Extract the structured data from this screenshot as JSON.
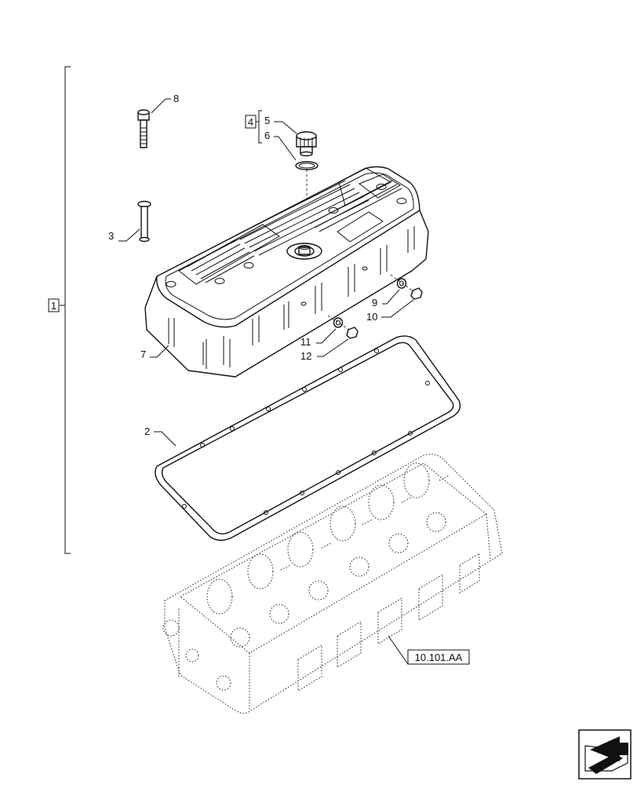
{
  "callouts": {
    "assembly": "1",
    "gasket": "2",
    "stud_sleeve": "3",
    "cap_kit": "4",
    "filler_cap": "5",
    "seal_ring": "6",
    "valve_cover": "7",
    "bolt": "8",
    "washer_rear": "9",
    "plug_rear": "10",
    "washer_front": "11",
    "plug_front": "12"
  },
  "reference": {
    "label": "10.101.AA"
  },
  "icons": {
    "nav": "next-page-arrow-icon"
  }
}
